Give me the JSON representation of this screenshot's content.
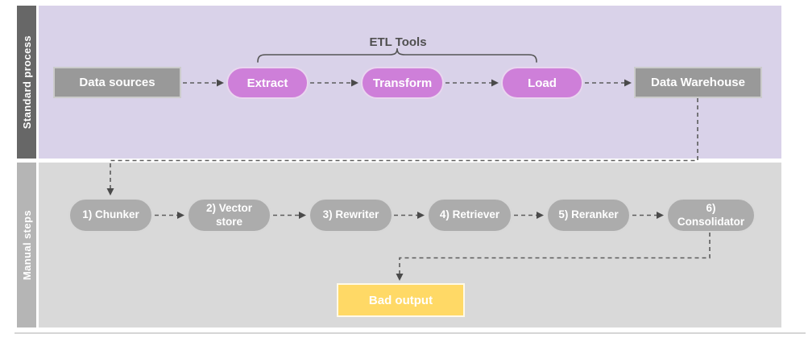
{
  "lanes": {
    "standard": {
      "label": "Standard process"
    },
    "manual": {
      "label": "Manual steps"
    }
  },
  "standard_nodes": {
    "data_sources": "Data sources",
    "extract": "Extract",
    "transform": "Transform",
    "load": "Load",
    "data_warehouse": "Data Warehouse"
  },
  "annotations": {
    "etl_tools": "ETL Tools"
  },
  "manual_nodes": [
    "1) Chunker",
    "2) Vector store",
    "3) Rewriter",
    "4) Retriever",
    "5) Reranker",
    "6) Consolidator"
  ],
  "outputs": {
    "bad_output": "Bad output"
  },
  "colors": {
    "lane_standard_bg": "#d9d2e9",
    "lane_manual_bg": "#d9d9d9",
    "lane_standard_bar": "#676767",
    "lane_manual_bar": "#b5b5b5",
    "etl_pill_fill": "#ce7fd9",
    "gray_box_fill": "#999999",
    "manual_pill_fill": "#acacac",
    "bad_output_fill": "#ffd966",
    "connector_stroke": "#5c5c5c",
    "node_text": "#ffffff",
    "annotation_text": "#4f4f4f"
  }
}
